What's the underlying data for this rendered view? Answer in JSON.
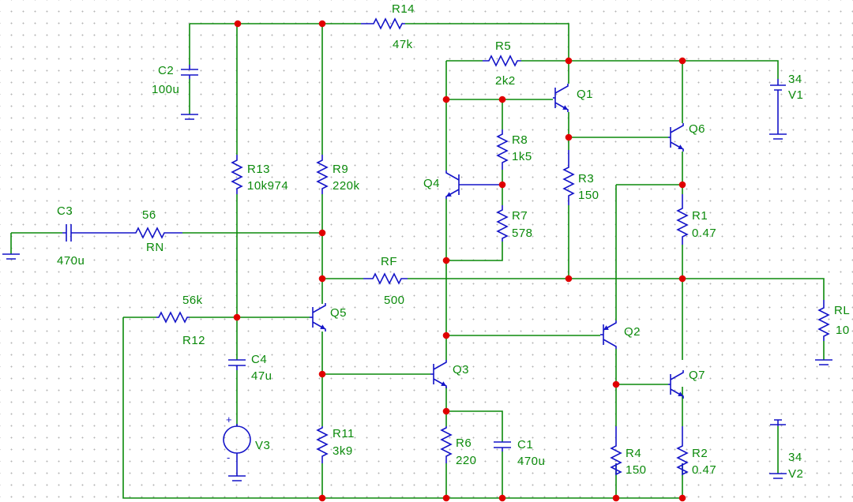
{
  "components": {
    "R14": {
      "ref": "R14",
      "value": "47k"
    },
    "C2": {
      "ref": "C2",
      "value": "100u"
    },
    "R5": {
      "ref": "R5",
      "value": "2k2"
    },
    "Q1": {
      "ref": "Q1"
    },
    "V1": {
      "ref": "V1",
      "value": "34"
    },
    "R8": {
      "ref": "R8",
      "value": "1k5"
    },
    "Q6": {
      "ref": "Q6"
    },
    "R13": {
      "ref": "R13",
      "value": "10k974"
    },
    "R9": {
      "ref": "R9",
      "value": "220k"
    },
    "Q4": {
      "ref": "Q4"
    },
    "R3": {
      "ref": "R3",
      "value": "150"
    },
    "C3": {
      "ref": "C3",
      "value": "470u"
    },
    "RN": {
      "ref": "RN",
      "value": "56"
    },
    "R7": {
      "ref": "R7",
      "value": "578"
    },
    "R1": {
      "ref": "R1",
      "value": "0.47"
    },
    "RF": {
      "ref": "RF",
      "value": "500"
    },
    "RL": {
      "ref": "RL",
      "value": "10"
    },
    "R12": {
      "ref": "R12",
      "value": "56k"
    },
    "Q5": {
      "ref": "Q5"
    },
    "Q2": {
      "ref": "Q2"
    },
    "C4": {
      "ref": "C4",
      "value": "47u"
    },
    "Q3": {
      "ref": "Q3"
    },
    "Q7": {
      "ref": "Q7"
    },
    "C1": {
      "ref": "C1",
      "value": "470u"
    },
    "R11": {
      "ref": "R11",
      "value": "3k9"
    },
    "R6": {
      "ref": "R6",
      "value": "220"
    },
    "V3": {
      "ref": "V3"
    },
    "R4": {
      "ref": "R4",
      "value": "150"
    },
    "R2": {
      "ref": "R2",
      "value": "0.47"
    },
    "V2": {
      "ref": "V2",
      "value": "34"
    }
  },
  "symbols": {
    "plus": "+",
    "minus": "-"
  },
  "colors": {
    "wire": "#0b8a0b",
    "component": "#1414c8",
    "junction": "#e00000",
    "grid": "#b4b4b4"
  }
}
